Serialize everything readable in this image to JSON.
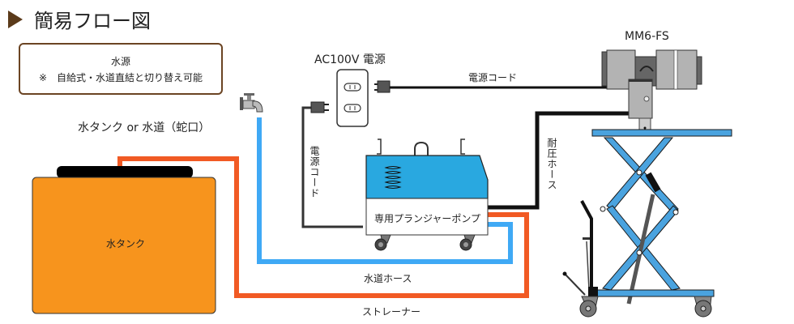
{
  "header": {
    "title": "簡易フロー図"
  },
  "water_source_note": {
    "title": "水源",
    "note": "※　自給式・水道直結と切り替え可能"
  },
  "labels": {
    "water_source_options": "水タンク or 水道（蛇口）",
    "tank": "水タンク",
    "power_supply": "AC100V 電源",
    "power_cord_horizontal": "電源コード",
    "power_cord_vertical": "電源コード",
    "pressure_hose": "耐圧ホース",
    "pump": "専用プランジャーポンプ",
    "tap_hose": "水道ホース",
    "strainer": "ストレーナー",
    "device_model": "MM6-FS"
  },
  "colors": {
    "accent_brown": "#6b4423",
    "tank_orange": "#f7941d",
    "strainer_hose": "#f15a24",
    "tap_hose": "#3fa9f5",
    "pump_blue": "#29a8e0",
    "lift_blue": "#4aa3df",
    "cord_black": "#111111"
  }
}
